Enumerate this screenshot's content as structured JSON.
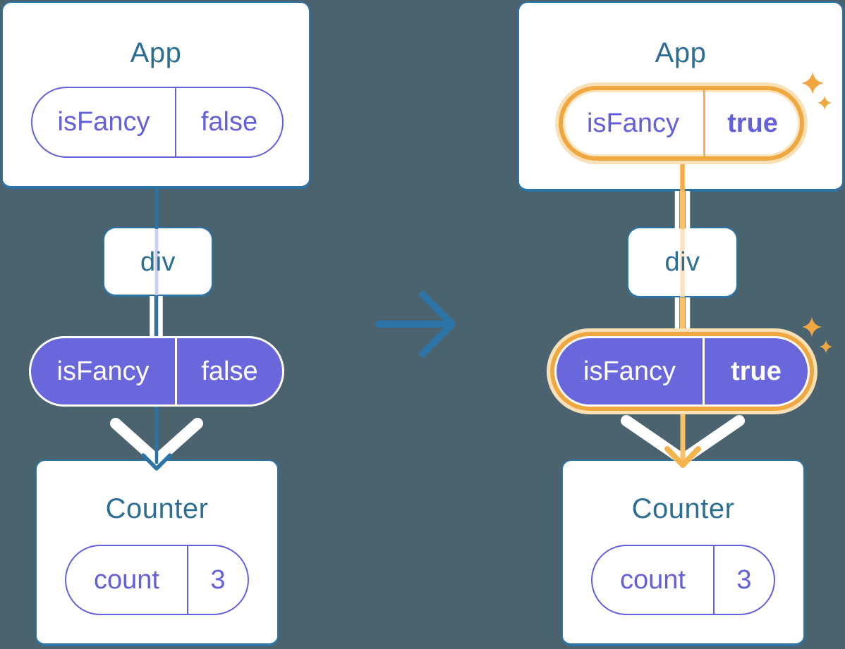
{
  "diagram": {
    "before": {
      "app": {
        "title": "App",
        "prop_name": "isFancy",
        "prop_value": "false"
      },
      "div": {
        "title": "div"
      },
      "state_pill": {
        "prop_name": "isFancy",
        "prop_value": "false"
      },
      "counter": {
        "title": "Counter",
        "state_name": "count",
        "state_value": "3"
      }
    },
    "after": {
      "app": {
        "title": "App",
        "prop_name": "isFancy",
        "prop_value": "true"
      },
      "div": {
        "title": "div"
      },
      "state_pill": {
        "prop_name": "isFancy",
        "prop_value": "true"
      },
      "counter": {
        "title": "Counter",
        "state_name": "count",
        "state_value": "3"
      }
    },
    "icons": {
      "transition": "right-arrow-icon",
      "highlight": "sparkles-icon"
    },
    "colors": {
      "background": "#4B636F",
      "card_border_blue": "#2C74A6",
      "title_text_blue": "#2D6E94",
      "purple": "#6460DB",
      "purple_fill": "#6A66DC",
      "lavender_trace": "#C9CEEF",
      "orange_ring": "#F1A740",
      "orange_glow": "#FAE0B6",
      "orange_line": "#FAC168",
      "orange_arrowhead": "#F6B44E",
      "peach_trace": "#FBE3C4",
      "white": "#FFFFFF"
    }
  }
}
